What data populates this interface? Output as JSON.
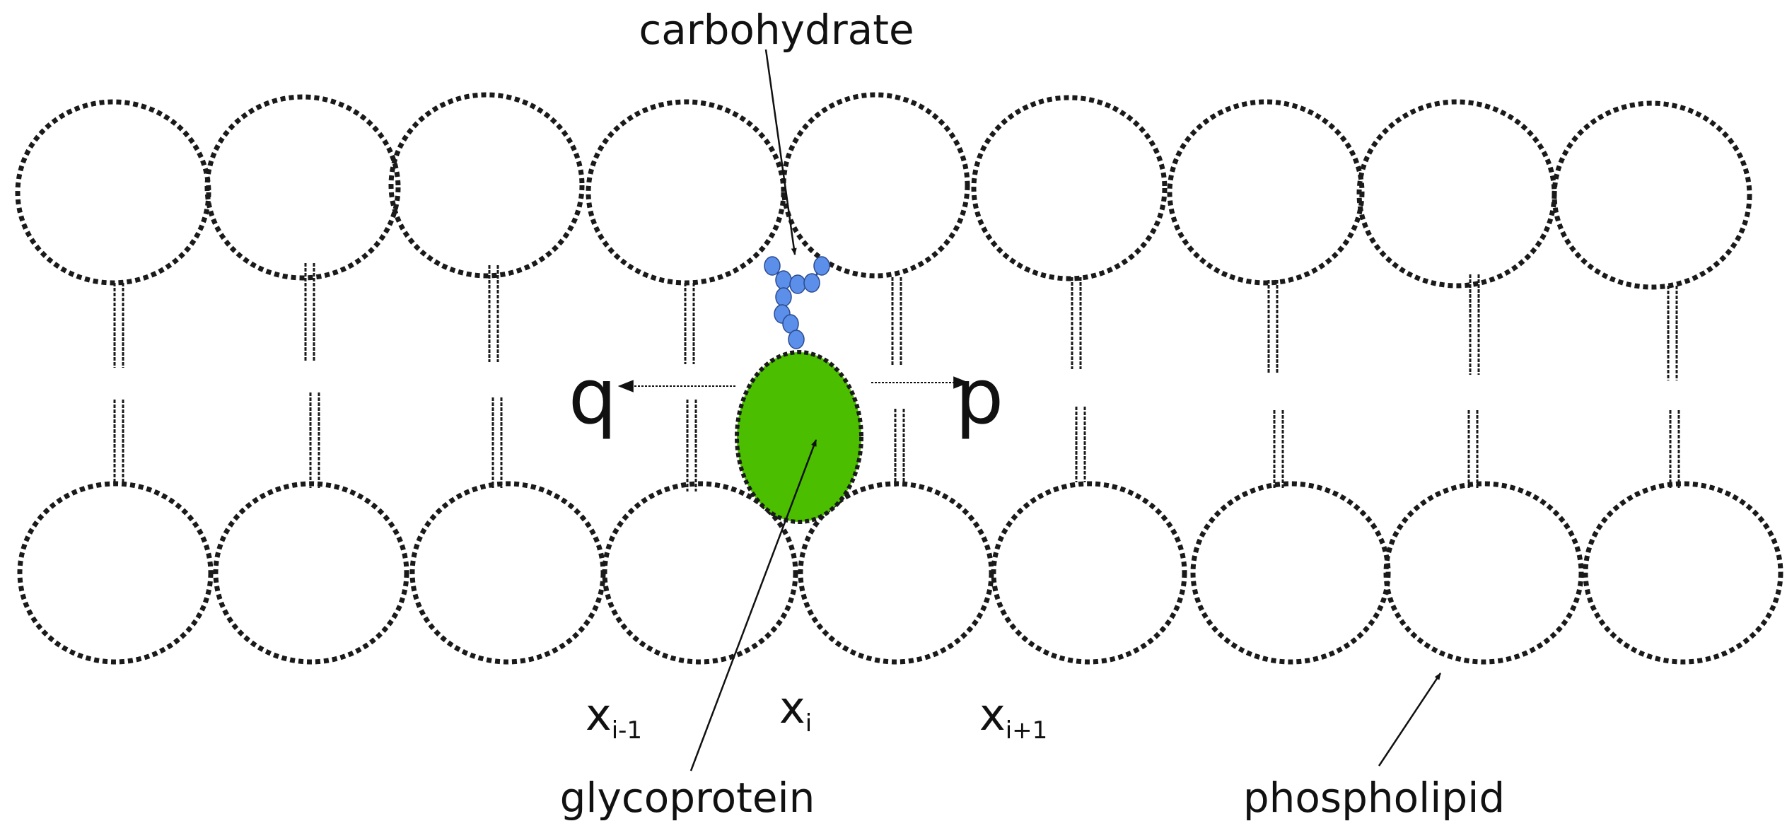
{
  "diagram": {
    "labels": {
      "carbohydrate": "carbohydrate",
      "glycoprotein": "glycoprotein",
      "phospholipid": "phospholipid",
      "left_direction": "q",
      "right_direction": "p"
    },
    "positions": [
      {
        "base": "x",
        "sub": "i-1"
      },
      {
        "base": "x",
        "sub": "i"
      },
      {
        "base": "x",
        "sub": "i+1"
      }
    ],
    "colors": {
      "glycoprotein": "#4cbe00",
      "carbohydrate": "#5b8fea",
      "outline": "#1a1a1a"
    }
  }
}
